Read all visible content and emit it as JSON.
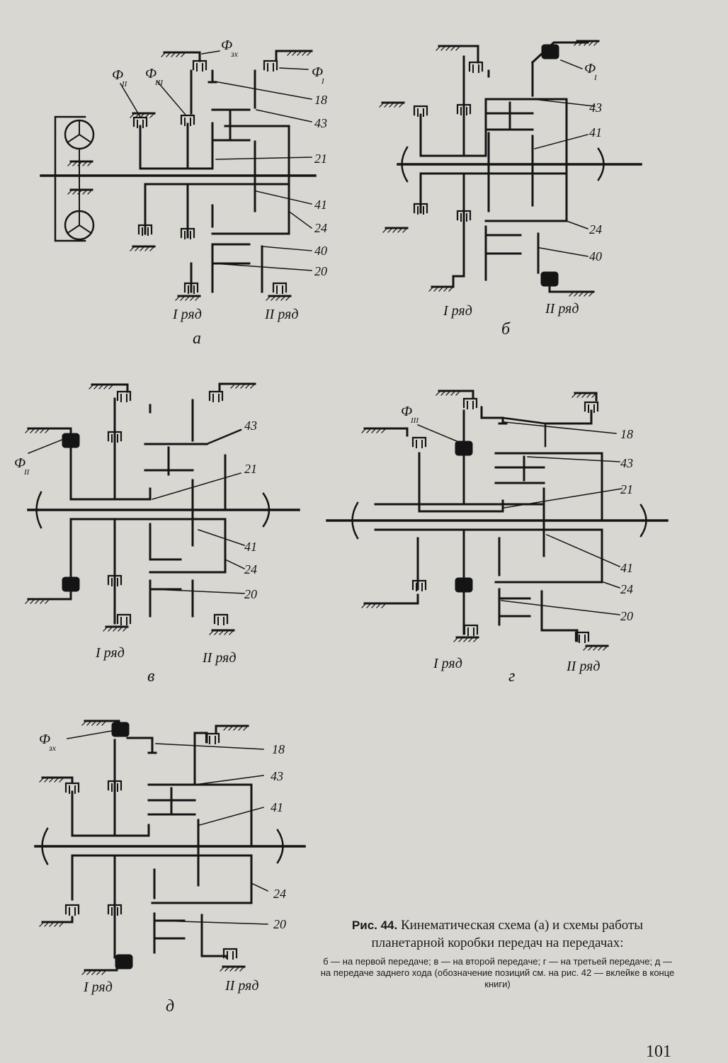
{
  "figure": {
    "caption_label": "Рис. 44.",
    "caption_main": "Кинематическая схема (а) и схемы работы планетарной коробки передач на передачах:",
    "caption_sub": "б — на первой передаче; в — на второй передаче; г — на третьей передаче; д — на передаче заднего хода (обозначение позиций см. на рис. 42 — вклейке в конце книги)"
  },
  "page_number": "101",
  "common": {
    "row1": "I ряд",
    "row2": "II ряд"
  },
  "schemes": [
    {
      "letter": "а",
      "clutch_labels": [
        "Ф",
        "Ф",
        "Ф",
        "Ф"
      ],
      "clutch_subs": [
        "II",
        "III",
        "зх",
        "I"
      ],
      "numbers": [
        "18",
        "43",
        "21",
        "41",
        "24",
        "40",
        "20"
      ]
    },
    {
      "letter": "б",
      "clutch_labels": [
        "Ф"
      ],
      "clutch_subs": [
        "I"
      ],
      "numbers": [
        "43",
        "41",
        "24",
        "40"
      ]
    },
    {
      "letter": "в",
      "clutch_labels": [
        "Ф"
      ],
      "clutch_subs": [
        "II"
      ],
      "numbers": [
        "43",
        "21",
        "41",
        "24",
        "20"
      ]
    },
    {
      "letter": "г",
      "clutch_labels": [
        "Ф"
      ],
      "clutch_subs": [
        "III"
      ],
      "numbers": [
        "18",
        "43",
        "21",
        "41",
        "24",
        "20"
      ]
    },
    {
      "letter": "д",
      "clutch_labels": [
        "Ф"
      ],
      "clutch_subs": [
        "зх"
      ],
      "numbers": [
        "18",
        "43",
        "41",
        "24",
        "20"
      ]
    }
  ]
}
